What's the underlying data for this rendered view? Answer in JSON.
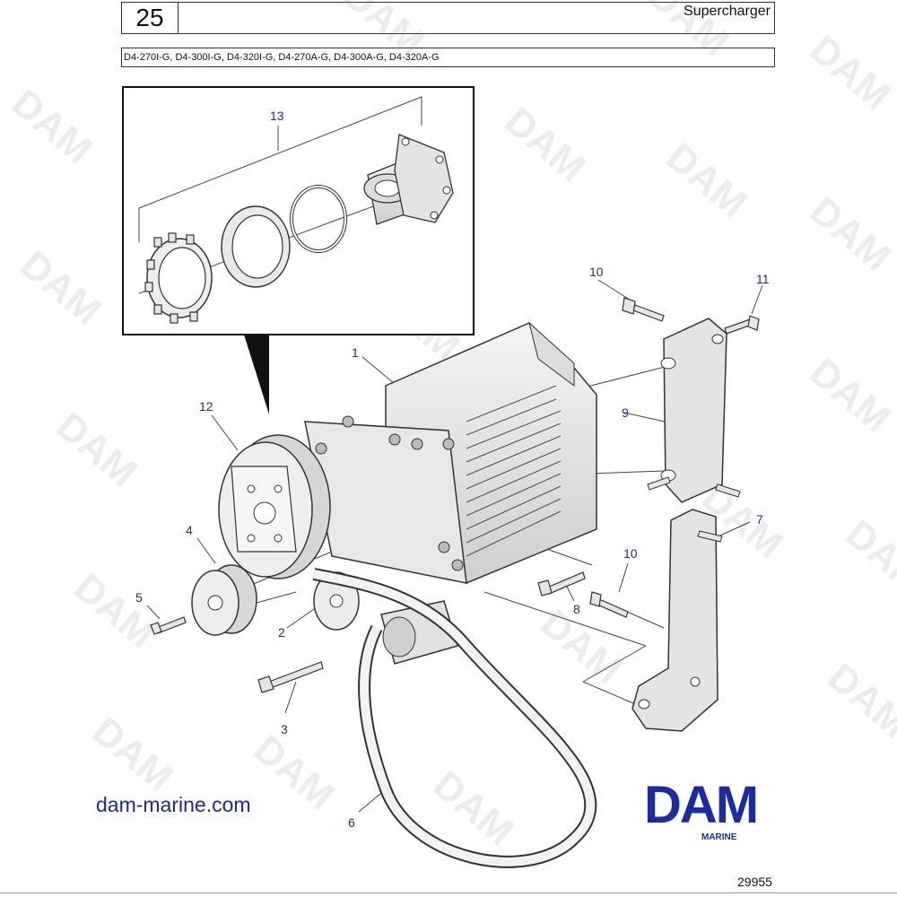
{
  "header": {
    "page_number": "25",
    "section_title": "Supercharger",
    "models": "D4-270I-G, D4-300I-G, D4-320I-G, D4-270A-G, D4-300A-G, D4-320A-G"
  },
  "watermark": {
    "text": "DAM"
  },
  "callouts": {
    "c1": "1",
    "c2": "2",
    "c3": "3",
    "c4": "4",
    "c5": "5",
    "c6": "6",
    "c7": "7",
    "c8": "8",
    "c9": "9",
    "c10a": "10",
    "c10b": "10",
    "c11": "11",
    "c12": "12",
    "c13": "13"
  },
  "footer": {
    "website": "dam-marine.com",
    "logo_text": "DAM",
    "logo_subtext": "MARINE",
    "figure_number": "29955"
  },
  "colors": {
    "brand_blue": "#1b2ba0",
    "callout_blue": "#1a2a9c",
    "watermark_gray": "#e8e8e8"
  }
}
